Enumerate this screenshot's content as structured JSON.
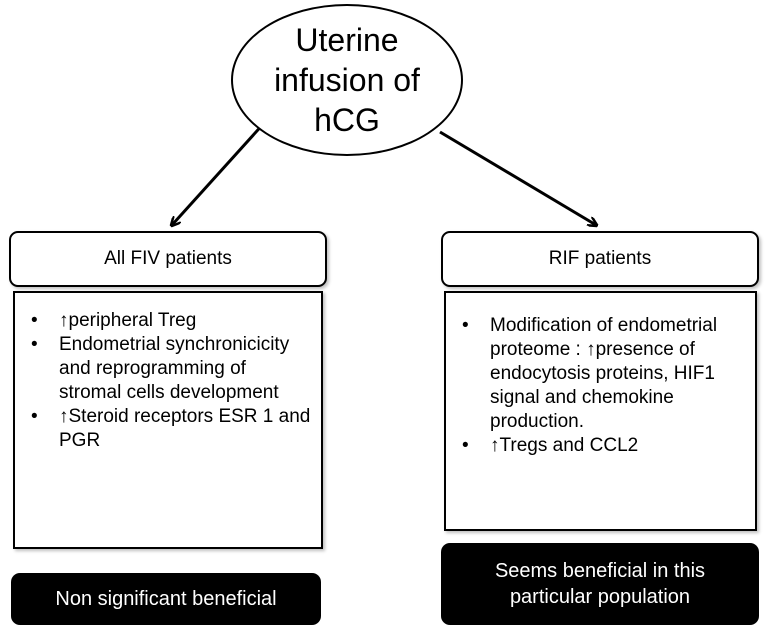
{
  "root": {
    "label": "Uterine\ninfusion of\nhCG"
  },
  "left_branch": {
    "header": "All FIV patients",
    "bullet_symbol": "•",
    "items": [
      "↑peripheral Treg",
      "Endometrial synchronicicity and reprogramming of stromal cells development",
      "↑Steroid receptors ESR 1 and PGR"
    ],
    "outcome": "Non significant beneficial"
  },
  "right_branch": {
    "header": "RIF patients",
    "bullet_symbol": "•",
    "items": [
      "Modification of endometrial proteome : ↑presence of endocytosis proteins, HIF1 signal and chemokine production.",
      "↑Tregs and CCL2"
    ],
    "outcome": "Seems beneficial in this particular population"
  }
}
